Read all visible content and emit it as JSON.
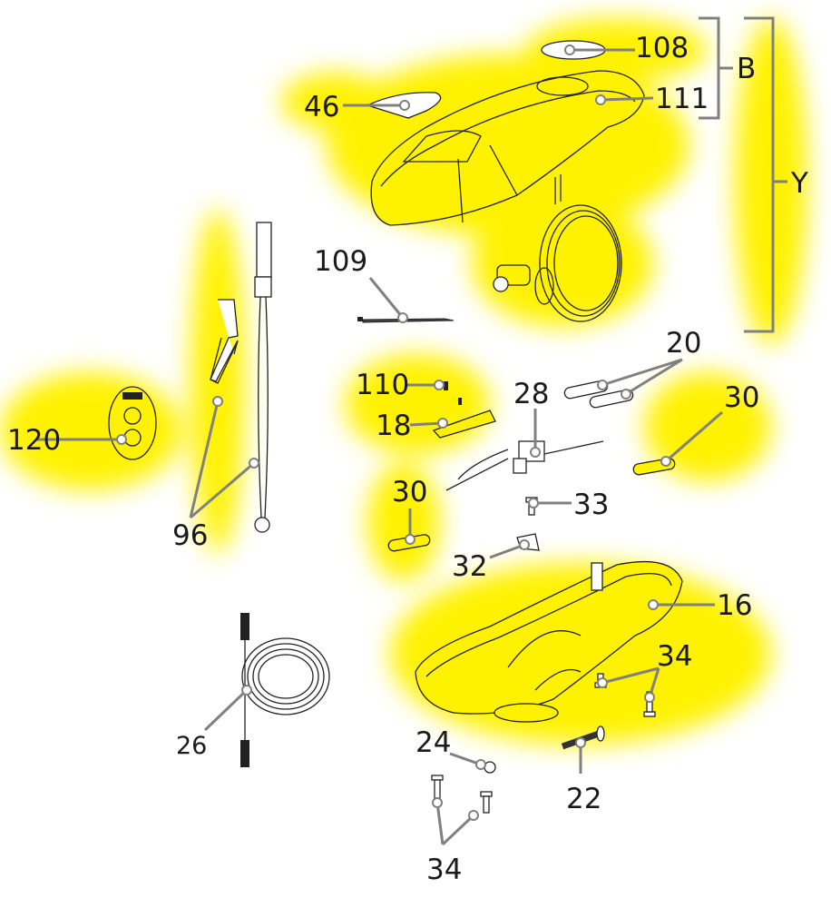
{
  "diagram": {
    "colors": {
      "highlight": "#fff200",
      "leader": "#808080",
      "text": "#1a1a1a"
    },
    "callouts": {
      "p108": "108",
      "p111": "111",
      "groupB": "B",
      "groupY": "Y",
      "p46": "46",
      "p109": "109",
      "p110": "110",
      "p18": "18",
      "p28": "28",
      "p20": "20",
      "p30a": "30",
      "p30b": "30",
      "p33": "33",
      "p32": "32",
      "p16": "16",
      "p34a": "34",
      "p24": "24",
      "p22": "22",
      "p34b": "34",
      "p26": "26",
      "p96": "96",
      "p120": "120"
    }
  }
}
